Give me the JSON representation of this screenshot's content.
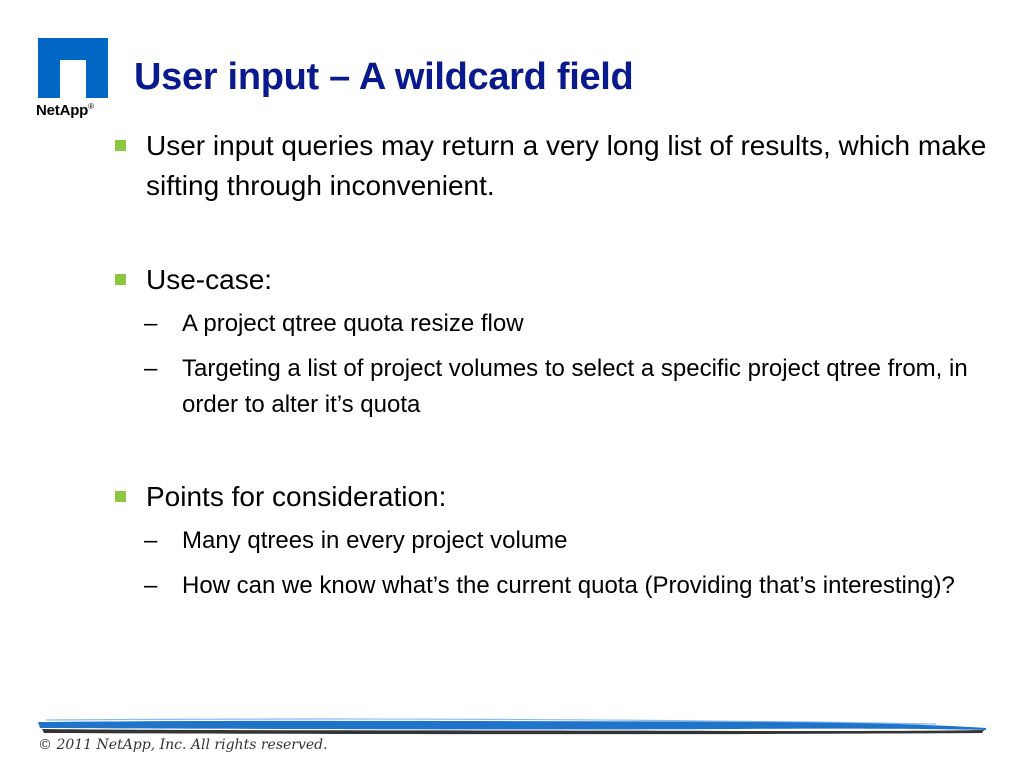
{
  "logo": {
    "text": "NetApp",
    "mark": "®",
    "color": "#0067c5"
  },
  "title": "User input – A wildcard field",
  "bullets": [
    {
      "text": "User input queries may return a very long list of results, which make sifting through inconvenient."
    },
    {
      "text": "Use-case:",
      "subs": [
        "A project qtree quota resize flow",
        "Targeting a list of project volumes to select a specific project qtree from, in order to alter it’s quota"
      ]
    },
    {
      "text": "Points for consideration:",
      "subs": [
        "Many qtrees in every project volume",
        "How can we know what’s the current quota (Providing that’s interesting)?"
      ]
    }
  ],
  "dash": "–",
  "footer": {
    "copyright": "© 2011 NetApp, Inc. All rights reserved."
  },
  "colors": {
    "title": "#0a1a8c",
    "bullet": "#8dc63f",
    "footer_line": "#1f73c8"
  }
}
